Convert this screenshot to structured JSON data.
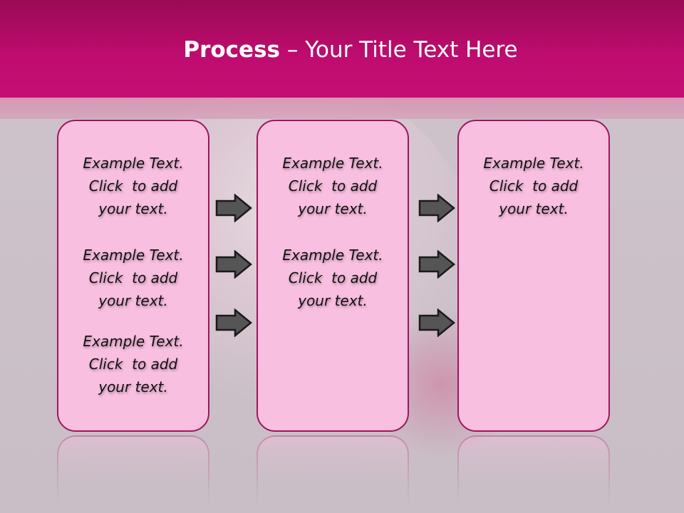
{
  "slide": {
    "title_bold": "Process",
    "title_rest": " – Your Title Text Here"
  },
  "columns": [
    {
      "blocks": [
        [
          "Example Text.",
          "Click  to add",
          "your text."
        ],
        [
          "Example Text.",
          "Click  to add",
          "your text."
        ],
        [
          "Example Text.",
          "Click  to add",
          "your text."
        ]
      ]
    },
    {
      "blocks": [
        [
          "Example Text.",
          "Click  to add",
          "your text."
        ],
        [
          "Example Text.",
          "Click  to add",
          "your text."
        ]
      ]
    },
    {
      "blocks": [
        [
          "Example Text.",
          "Click  to add",
          "your text."
        ]
      ]
    }
  ],
  "arrows": {
    "icon": "right-arrow-icon",
    "fill": "#555555",
    "stroke": "#1a1a1a"
  },
  "colors": {
    "header": "#c00c70",
    "box_fill": "#f9bfe0",
    "box_border": "#a0145e"
  }
}
